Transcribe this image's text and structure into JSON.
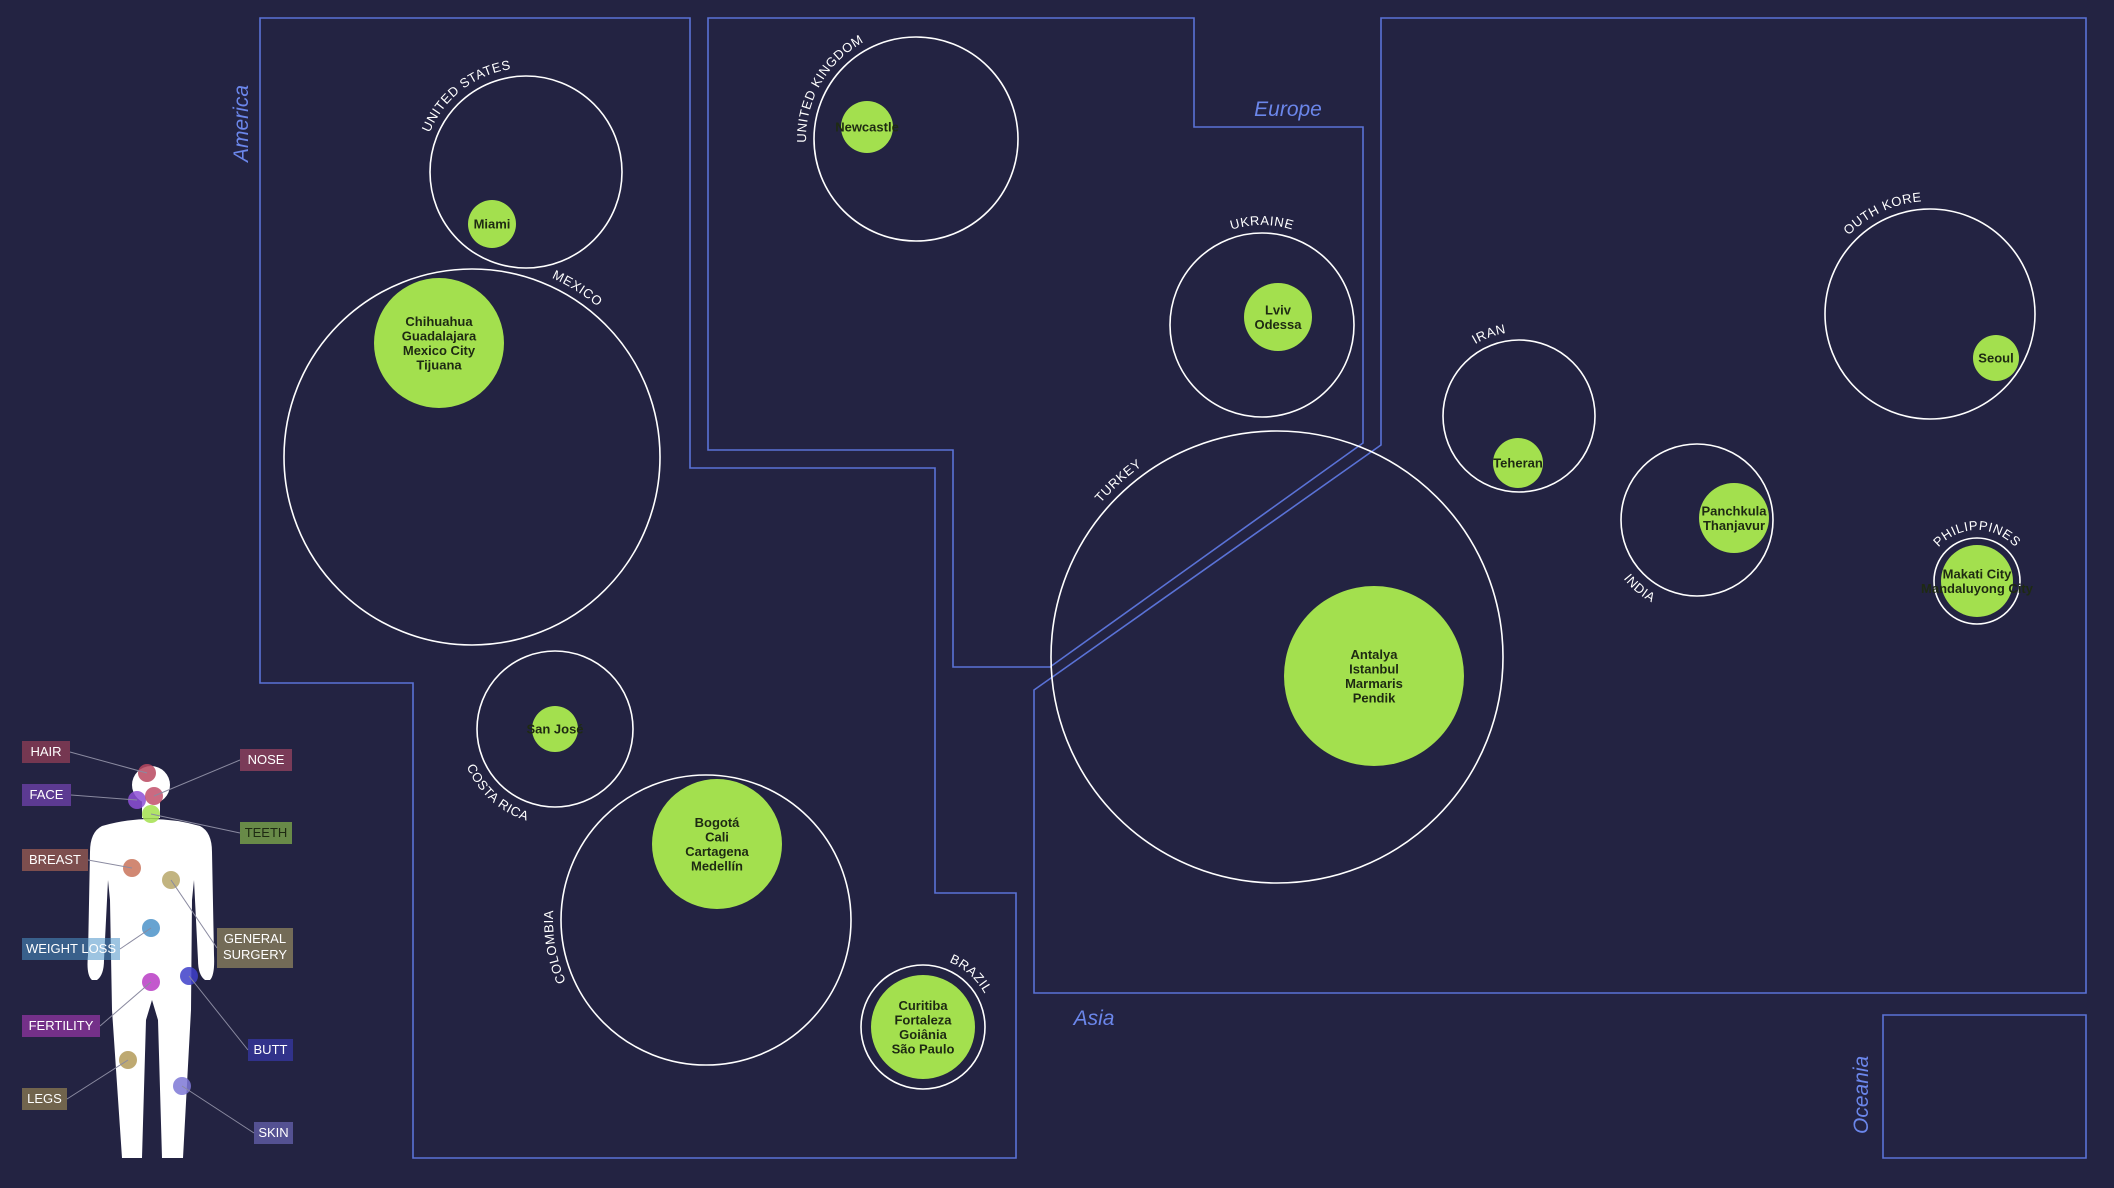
{
  "colors": {
    "background": "#232342",
    "region_stroke": "#5a72d6",
    "region_label": "#6b86ea",
    "country_stroke": "#ffffff",
    "city_fill": "#a3e04e",
    "city_text": "#1e2a12"
  },
  "regions": [
    {
      "id": "america",
      "label": "America"
    },
    {
      "id": "europe",
      "label": "Europe"
    },
    {
      "id": "asia",
      "label": "Asia"
    },
    {
      "id": "oceania",
      "label": "Oceania"
    }
  ],
  "countries": [
    {
      "id": "united-states",
      "label": "UNITED STATES",
      "cities": [
        "Miami"
      ]
    },
    {
      "id": "mexico",
      "label": "MEXICO",
      "cities": [
        "Chihuahua",
        "Guadalajara",
        "Mexico City",
        "Tijuana"
      ]
    },
    {
      "id": "costa-rica",
      "label": "COSTA RICA",
      "cities": [
        "San José"
      ]
    },
    {
      "id": "colombia",
      "label": "COLOMBIA",
      "cities": [
        "Bogotá",
        "Cali",
        "Cartagena",
        "Medellín"
      ]
    },
    {
      "id": "brazil",
      "label": "BRAZIL",
      "cities": [
        "Curitiba",
        "Fortaleza",
        "Goiânia",
        "São Paulo"
      ]
    },
    {
      "id": "united-kingdom",
      "label": "UNITED KINGDOM",
      "cities": [
        "Newcastle"
      ]
    },
    {
      "id": "ukraine",
      "label": "UKRAINE",
      "cities": [
        "Lviv",
        "Odessa"
      ]
    },
    {
      "id": "turkey",
      "label": "TURKEY",
      "cities": [
        "Antalya",
        "Istanbul",
        "Marmaris",
        "Pendik"
      ]
    },
    {
      "id": "iran",
      "label": "IRAN",
      "cities": [
        "Teheran"
      ]
    },
    {
      "id": "india",
      "label": "INDIA",
      "cities": [
        "Panchkula",
        "Thanjavur"
      ]
    },
    {
      "id": "south-korea",
      "label": "SOUTH KOREA",
      "cities": [
        "Seoul"
      ]
    },
    {
      "id": "philippines",
      "label": "PHILIPPINES",
      "cities": [
        "Makati City",
        "Mandaluyong City"
      ]
    }
  ],
  "body_legend": [
    {
      "id": "hair",
      "label": "HAIR",
      "color": "#b9485f"
    },
    {
      "id": "face",
      "label": "FACE",
      "color": "#8d4fd6"
    },
    {
      "id": "breast",
      "label": "BREAST",
      "color": "#c9735a"
    },
    {
      "id": "weight-loss",
      "label": "WEIGHT LOSS",
      "color": "#4c93c9"
    },
    {
      "id": "fertility",
      "label": "FERTILITY",
      "color": "#b83cc4"
    },
    {
      "id": "legs",
      "label": "LEGS",
      "color": "#b39a58"
    },
    {
      "id": "nose",
      "label": "NOSE",
      "color": "#c2506b"
    },
    {
      "id": "teeth",
      "label": "TEETH",
      "color": "#a3e04e"
    },
    {
      "id": "general-surgery",
      "label": "GENERAL SURGERY",
      "color": "#b7a76a"
    },
    {
      "id": "butt",
      "label": "BUTT",
      "color": "#3e3fc9"
    },
    {
      "id": "skin",
      "label": "SKIN",
      "color": "#7e78d6"
    }
  ]
}
